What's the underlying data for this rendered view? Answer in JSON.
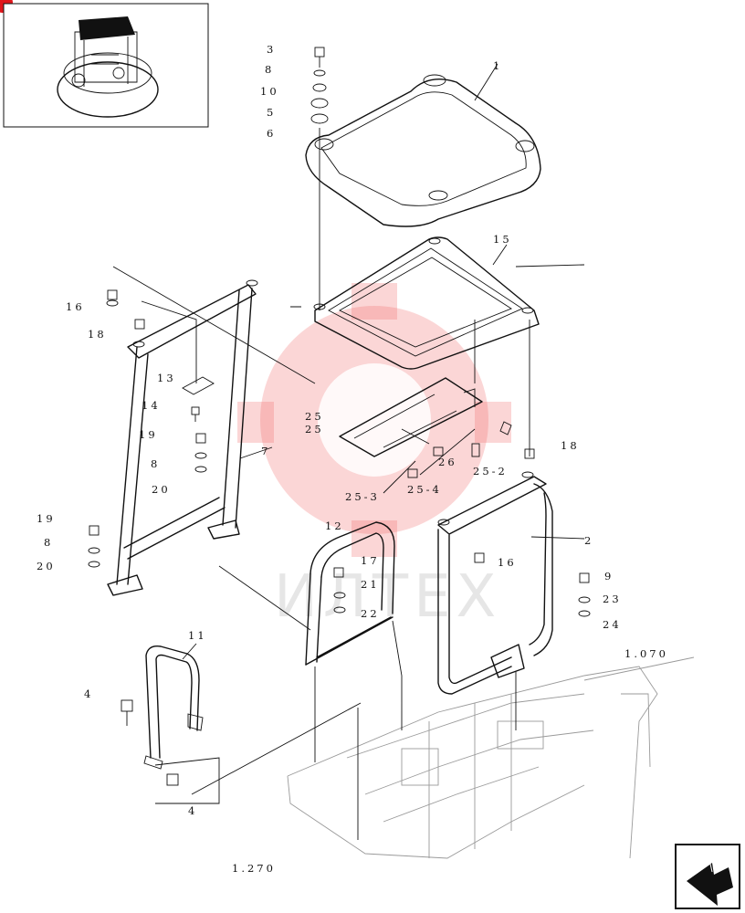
{
  "diagram": {
    "labels": {
      "l1": "1",
      "l2": "2",
      "l3": "3",
      "l4a": "4",
      "l4b": "4",
      "l5": "5",
      "l6": "6",
      "l7": "7",
      "l8a": "8",
      "l8b": "8",
      "l8c": "8",
      "l9": "9",
      "l10": "10",
      "l11": "11",
      "l12": "12",
      "l13": "13",
      "l14": "14",
      "l15": "15",
      "l16a": "16",
      "l16b": "16",
      "l17": "17",
      "l18a": "18",
      "l18b": "18",
      "l19a": "19",
      "l19b": "19",
      "l20a": "20",
      "l20b": "20",
      "l21": "21",
      "l22": "22",
      "l23": "23",
      "l24": "24",
      "l25a": "25",
      "l25b": "25",
      "l25_2": "25-2",
      "l25_3": "25-3",
      "l25_4": "25-4",
      "l26": "26",
      "ref_1070": "1.070",
      "ref_1270": "1.270"
    },
    "watermark": "ИЛТЕХ"
  },
  "colors": {
    "line": "#111111",
    "watermark": "#f26b6b",
    "corner_mark": "#e0161b",
    "faded_frame": "#9a9a9a"
  },
  "icons": {
    "thumbnail": "machine-overview-thumbnail",
    "nav": "next-page-arrow-icon"
  }
}
